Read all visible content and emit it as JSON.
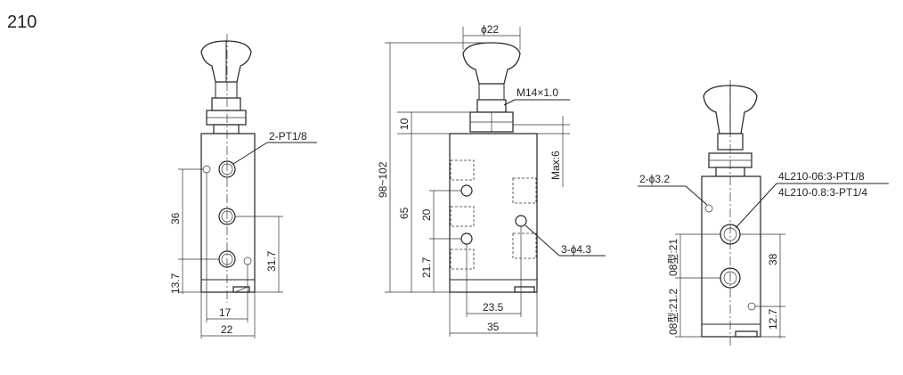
{
  "model": "210",
  "left_view": {
    "port_callout": "2-PT1/8",
    "dim_36": "36",
    "dim_13_7": "13.7",
    "dim_31_7": "31.7",
    "dim_17": "17",
    "dim_22": "22"
  },
  "middle_view": {
    "knob_dia": "ϕ22",
    "thread": "M14×1.0",
    "overall_height": "98~102",
    "dim_10": "10",
    "dim_65": "65",
    "dim_20": "20",
    "dim_21_7": "21.7",
    "max_stroke": "Max:6",
    "mount_holes": "3-ϕ4.3",
    "dim_23_5": "23.5",
    "dim_35": "35"
  },
  "right_view": {
    "hole_callout": "2-ϕ3.2",
    "port_06": "4L210-06:3-PT1/8",
    "port_08": "4L210-0.8:3-PT1/4",
    "dim_38": "38",
    "dim_12_7": "12.7",
    "dim_08_21": "08型:21",
    "dim_08_21_2": "08型:21.2"
  }
}
